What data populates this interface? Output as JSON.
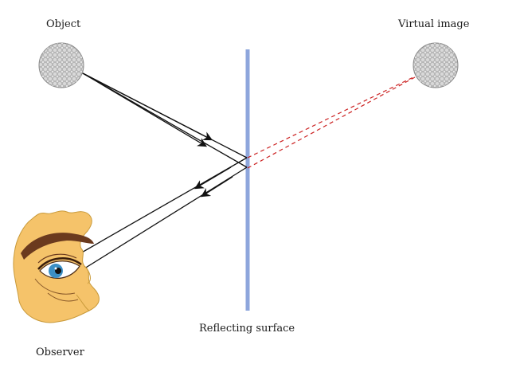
{
  "labels": {
    "object": "Object",
    "virtual_image": "Virtual image",
    "reflecting_surface": "Reflecting surface",
    "observer": "Observer"
  },
  "colors": {
    "mirror": "#8ea6dc",
    "virtual_ray": "#cc2222",
    "ray": "#111111",
    "sphere": "#b8b8b8",
    "skin": "#f5c36a",
    "brow": "#6b3a1e",
    "iris": "#3b8fc4"
  }
}
